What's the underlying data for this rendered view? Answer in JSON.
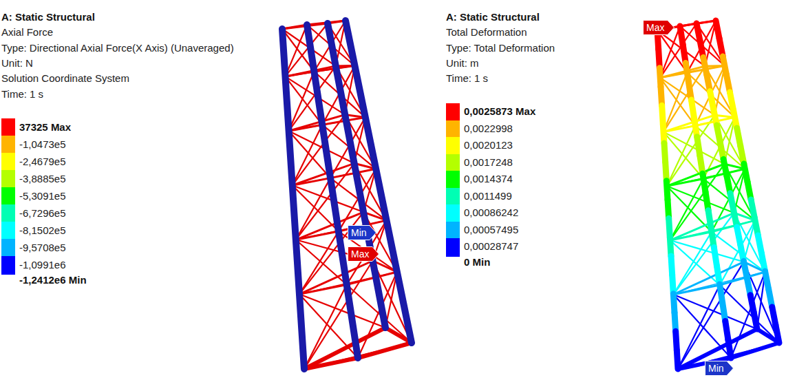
{
  "diagram": {
    "nodes": [
      {
        "text": [
          "Min"
        ]
      },
      {
        "text": [
          "Max"
        ]
      },
      {
        "text": [
          "Max"
        ]
      },
      {
        "text": [
          "Min"
        ]
      }
    ],
    "labels": [
      "A: Static Structural",
      "Axial Force",
      "Type: Directional Axial Force(X Axis) (Unaveraged)",
      "Unit: N",
      "Solution Coordinate System",
      "Time: 1 s",
      "A: Static Structural",
      "Total Deformation",
      "Type: Total Deformation",
      "Unit: m",
      "Time: 1 s"
    ],
    "legend": [
      {
        "text": "37325 Max",
        "color": "#ff0000"
      },
      {
        "text": "-1,0473e5",
        "color": "#ffb400"
      },
      {
        "text": "-2,4679e5",
        "color": "#ffff00"
      },
      {
        "text": "-3,8885e5",
        "color": "#b4ff00"
      },
      {
        "text": "-5,3091e5",
        "color": "#00ff00"
      },
      {
        "text": "-6,7296e5",
        "color": "#00ffb4"
      },
      {
        "text": "-8,1502e5",
        "color": "#00ffff"
      },
      {
        "text": "-9,5708e5",
        "color": "#00b4ff"
      },
      {
        "text": "-1,0991e6",
        "color": "#0000ff"
      },
      {
        "text": "-1,2412e6 Min",
        "color": "#0000ff"
      },
      {
        "text": "0,0025873 Max",
        "color": "#ff0000"
      },
      {
        "text": "0,0022998",
        "color": "#ffb400"
      },
      {
        "text": "0,0020123",
        "color": "#ffff00"
      },
      {
        "text": "0,0017248",
        "color": "#b4ff00"
      },
      {
        "text": "0,0014374",
        "color": "#00ff00"
      },
      {
        "text": "0,0011499",
        "color": "#00ffb4"
      },
      {
        "text": "0,00086242",
        "color": "#00ffff"
      },
      {
        "text": "0,00057495",
        "color": "#00b4ff"
      },
      {
        "text": "0,00028747",
        "color": "#0000ff"
      },
      {
        "text": "0 Min",
        "color": "#0000ff"
      }
    ]
  }
}
